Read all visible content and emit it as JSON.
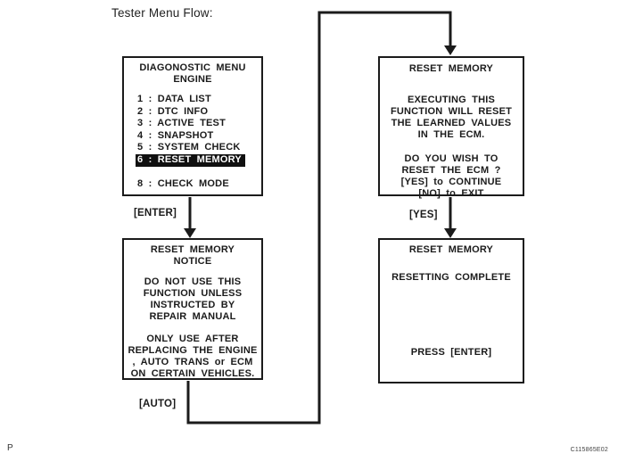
{
  "page": {
    "title": "Tester Menu Flow:",
    "footer_left": "P",
    "footer_right": "C115865E02"
  },
  "menu_box": {
    "title_lines": [
      "DIAGONOSTIC MENU",
      "ENGINE"
    ],
    "items": [
      "1 : DATA LIST",
      "2 : DTC INFO",
      "3 : ACTIVE TEST",
      "4 : SNAPSHOT",
      "5 : SYSTEM CHECK"
    ],
    "selected_item": "6 : RESET MEMORY",
    "item_8": "8 : CHECK MODE"
  },
  "notice_box": {
    "title_lines": [
      "RESET MEMORY",
      "NOTICE"
    ],
    "para1": [
      "DO NOT USE THIS",
      "FUNCTION UNLESS",
      "INSTRUCTED BY",
      "REPAIR MANUAL"
    ],
    "para2": [
      "ONLY USE AFTER",
      "REPLACING THE ENGINE",
      ", AUTO TRANS or ECM",
      "ON CERTAIN VEHICLES."
    ]
  },
  "confirm_box": {
    "title": "RESET MEMORY",
    "para1": [
      "EXECUTING THIS",
      "FUNCTION WILL RESET",
      "THE LEARNED VALUES",
      "IN THE ECM."
    ],
    "para2": [
      "DO YOU WISH TO",
      "RESET THE ECM ?",
      "[YES] to CONTINUE",
      "[NO] to EXIT"
    ]
  },
  "complete_box": {
    "title": "RESET MEMORY",
    "body": "RESETTING COMPLETE",
    "footer": "PRESS [ENTER]"
  },
  "connectors": {
    "enter_label": "[ENTER]",
    "yes_label": "[YES]",
    "auto_label": "[AUTO]"
  },
  "colors": {
    "ink": "#1b1b1b",
    "highlight_bg": "#101010",
    "highlight_fg": "#ffffff"
  }
}
